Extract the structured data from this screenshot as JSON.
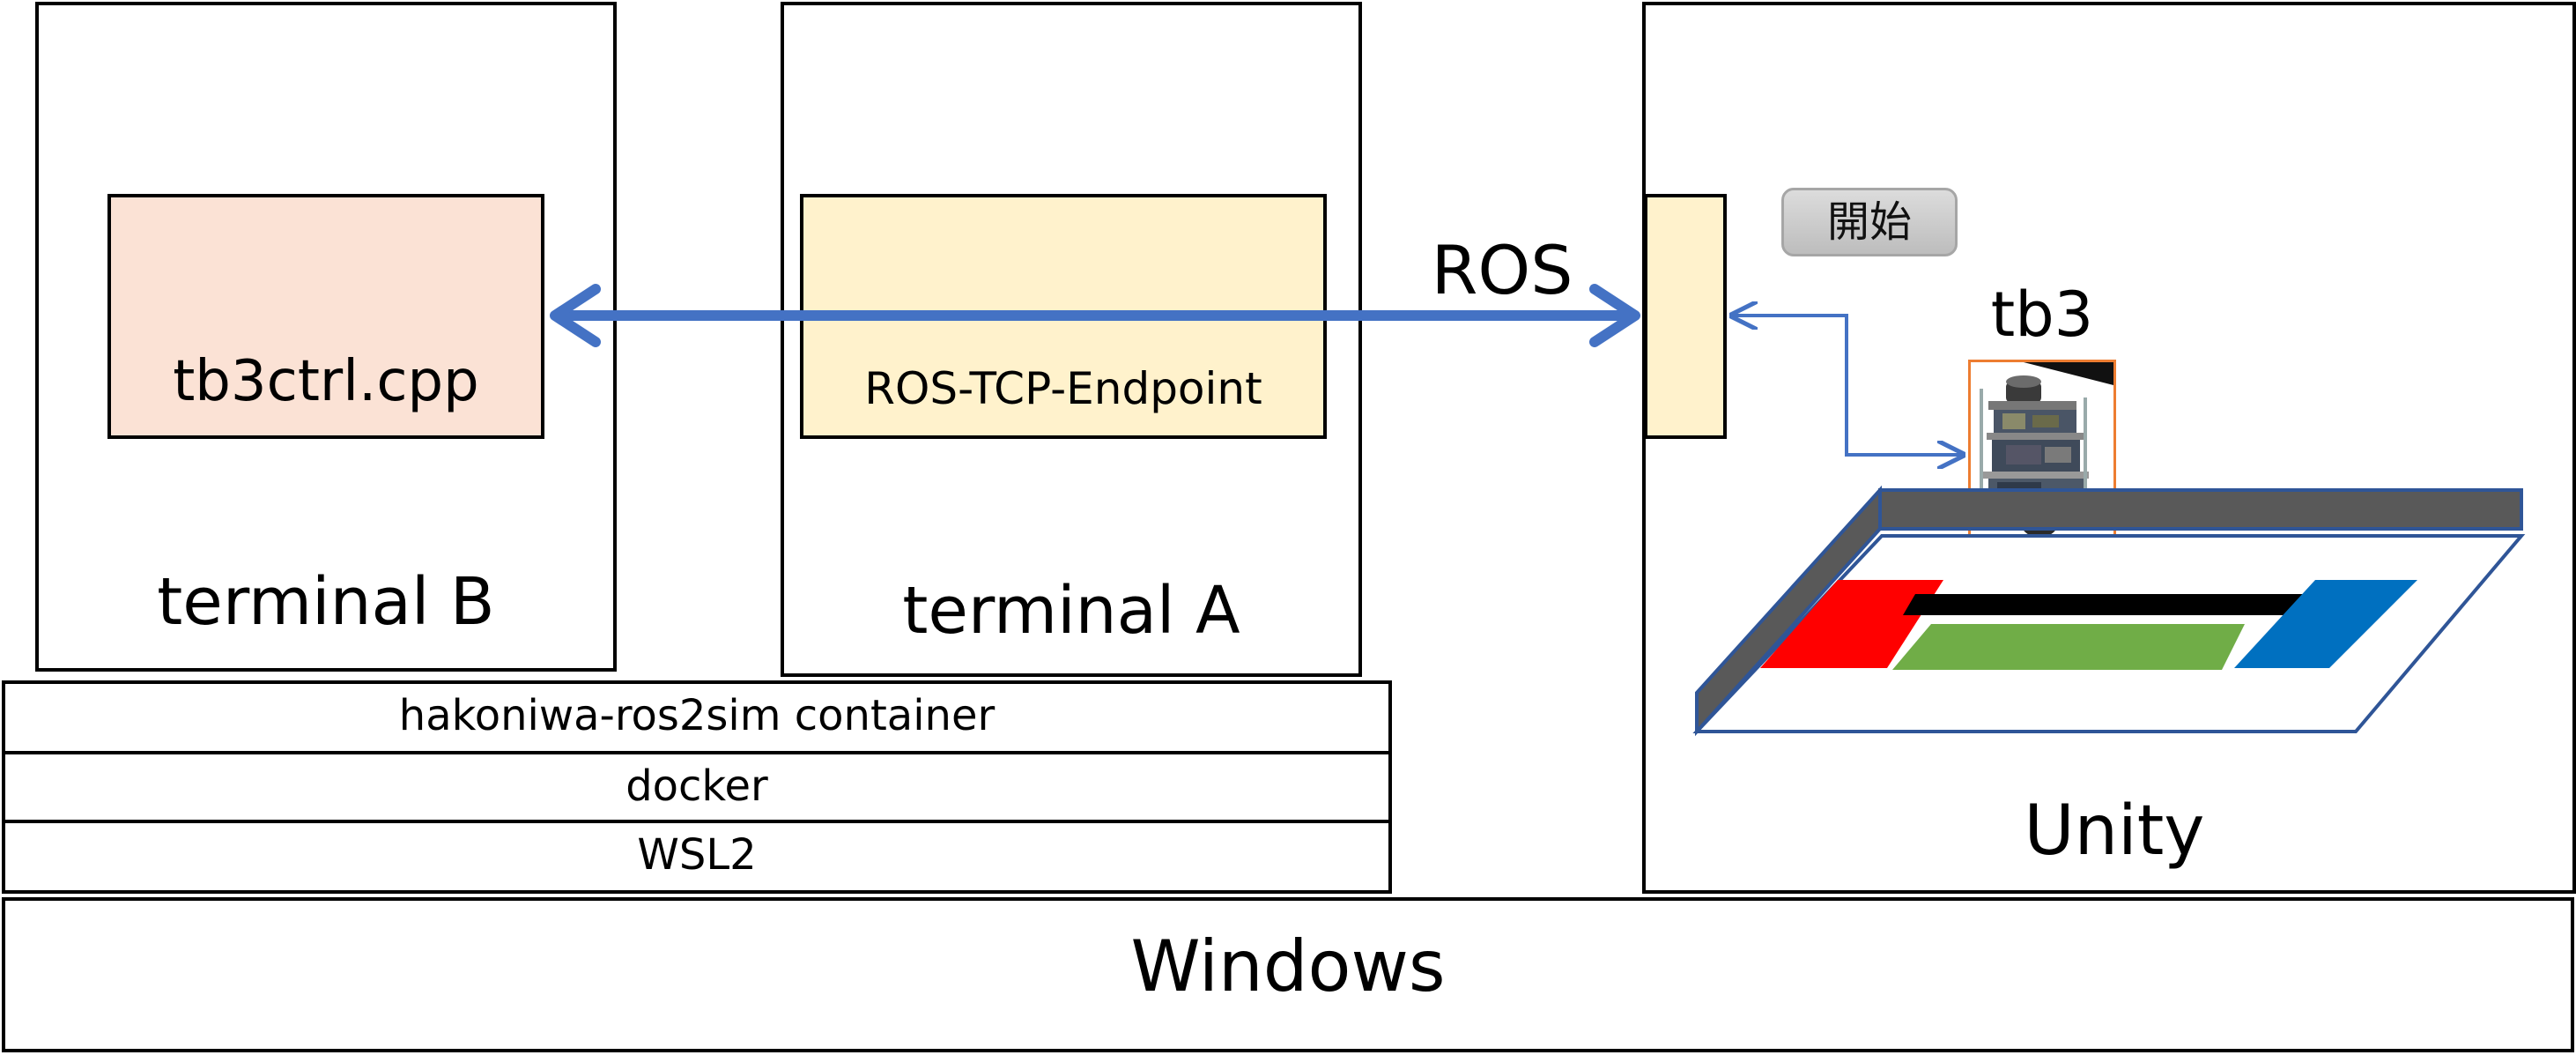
{
  "labels": {
    "terminal_b": "terminal B",
    "terminal_a": "terminal A",
    "unity": "Unity",
    "tb3ctrl": "tb3ctrl.cpp",
    "endpoint": "ROS-TCP-Endpoint",
    "ros": "ROS",
    "start_button": "開始",
    "tb3": "tb3",
    "layer_container": "hakoniwa-ros2sim container",
    "layer_docker": "docker",
    "layer_wsl2": "WSL2",
    "layer_windows": "Windows"
  },
  "colors": {
    "arrow_blue": "#4472c4",
    "terminal_file_fill": "#fbe2d5",
    "endpoint_fill": "#fff2cc",
    "robot_border": "#ed7d31",
    "field_red": "#ff0000",
    "field_green": "#70ad47",
    "field_blue": "#0070c0",
    "field_wall": "#595959",
    "field_edge": "#2f5597"
  },
  "icons": {
    "robot": "turtlebot3-robot-icon"
  }
}
